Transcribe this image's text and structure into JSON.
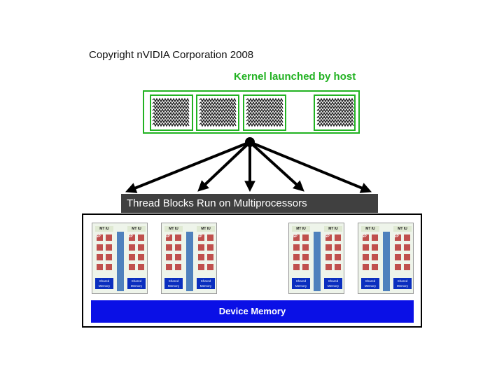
{
  "title": "Copyright nVIDIA Corporation 2008",
  "kernel_label": "Kernel launched by host",
  "thread_banner": "Thread Blocks Run on Multiprocessors",
  "device_memory": "Device Memory",
  "mp_unit_label": "MT IU",
  "sp_label": "SP",
  "shared_memory_label": "Shared Memory",
  "colors": {
    "kernel_green": "#22b222",
    "banner_gray": "#404040",
    "device_memory_blue": "#0a10e6",
    "sp_red": "#c0504d",
    "bar_blue": "#4f81bd"
  }
}
